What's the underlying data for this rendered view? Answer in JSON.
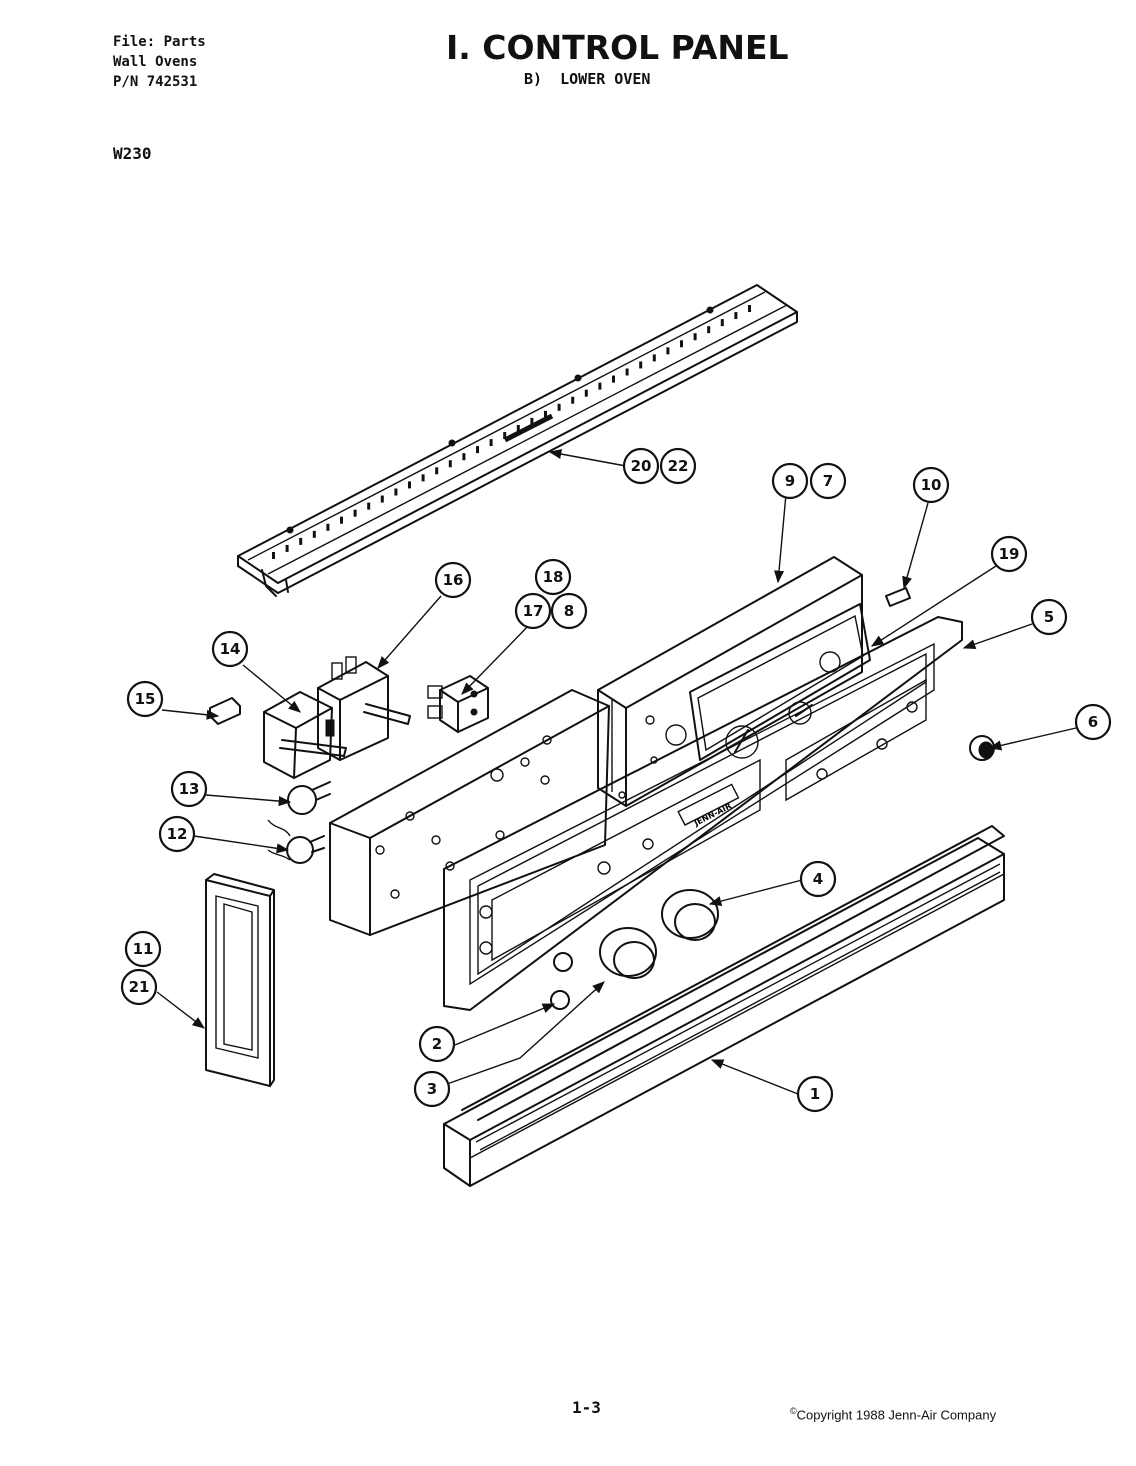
{
  "header": {
    "file_line": "File: Parts",
    "category_line": "Wall Ovens",
    "part_number_line": "P/N 742531",
    "model": "W230"
  },
  "title": "I. CONTROL PANEL",
  "subtitle": "B)  LOWER OVEN",
  "logo_text": "JENN-AIR",
  "callouts": [
    "1",
    "2",
    "3",
    "4",
    "5",
    "6",
    "7",
    "8",
    "9",
    "10",
    "11",
    "12",
    "13",
    "14",
    "15",
    "16",
    "17",
    "18",
    "19",
    "20",
    "21",
    "22"
  ],
  "footer": {
    "page_number": "1-3",
    "copyright_mark": "©",
    "copyright_text": "Copyright 1988 Jenn-Air Company"
  }
}
